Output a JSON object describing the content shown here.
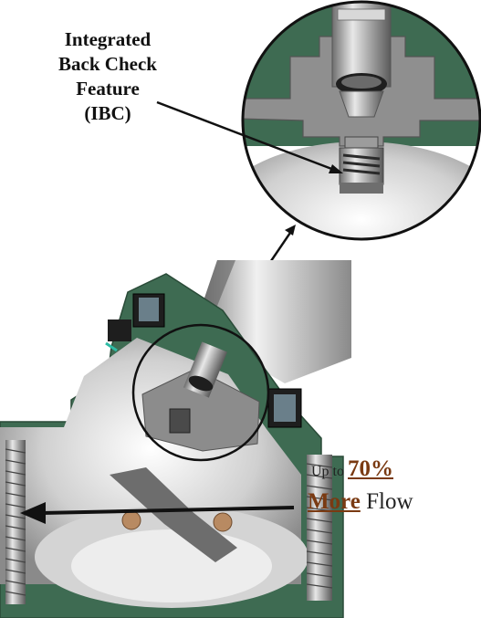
{
  "callout": {
    "line1": "Integrated",
    "line2": "Back Check",
    "line3": "Feature",
    "line4": "(IBC)"
  },
  "flow_text": {
    "prefix": "Up to ",
    "percent": "70%",
    "more": "More",
    "suffix": " Flow"
  },
  "colors": {
    "body_green": "#3e6b52",
    "steel": "#b9b9b9",
    "accent_brown": "#7a3a12",
    "bronze_pin": "#b88a62"
  }
}
